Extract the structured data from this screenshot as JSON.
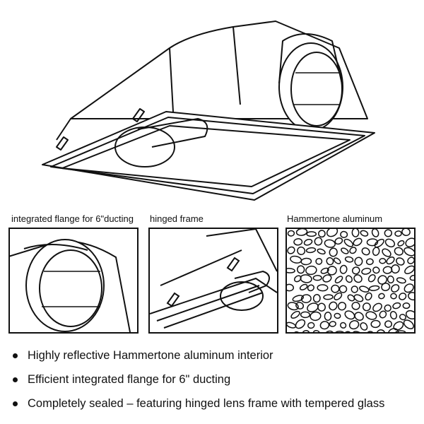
{
  "captions": {
    "flange": "integrated flange for 6\"ducting",
    "frame": "hinged frame",
    "aluminum": "Hammertone aluminum"
  },
  "features": [
    "Highly reflective Hammertone aluminum interior",
    "Efficient integrated flange for 6\" ducting",
    "Completely sealed – featuring hinged lens frame with tempered glass"
  ],
  "icons": [
    "grow-light-reflector-drawing",
    "bullet-dot"
  ],
  "colors": {
    "line": "#111111",
    "background": "#ffffff"
  }
}
